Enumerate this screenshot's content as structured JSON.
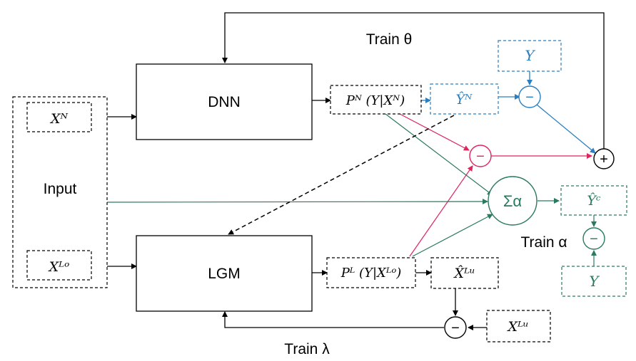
{
  "blocks": {
    "dnn": "DNN",
    "lgm": "LGM",
    "input": "Input"
  },
  "inputs": {
    "x_n": "Xᴺ",
    "x_l_o": "Xᴸᵒ"
  },
  "outputs": {
    "p_n": "Pᴺ (Y|Xᴺ)",
    "p_l": "Pᴸ (Y|Xᴸᵒ)",
    "y_hat_n": "Ŷᴺ",
    "y_hat_c": "Ŷᶜ",
    "x_hat_l_u": "X̂ᴸᵘ",
    "x_l_u": "Xᴸᵘ",
    "y_top": "Y",
    "y_bottom": "Y"
  },
  "operators": {
    "minus": "−",
    "plus": "+",
    "sigma_alpha": "Σα"
  },
  "training_labels": {
    "theta": "Train θ",
    "alpha": "Train α",
    "lambda": "Train λ"
  },
  "colors": {
    "black": "#000000",
    "blue": "#2b7fc0",
    "green": "#2a7a5e",
    "red": "#e0245e"
  }
}
